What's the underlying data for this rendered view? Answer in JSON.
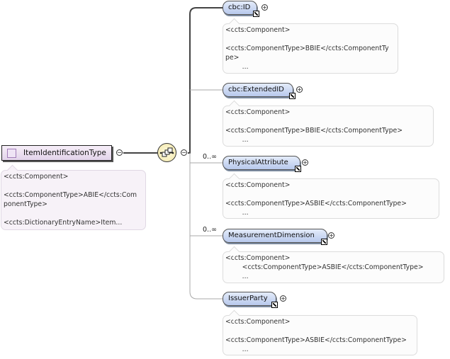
{
  "root": {
    "name": "ItemIdentificationType",
    "collapse_symbol": "−",
    "annotation": "<ccts:Component>\n\n<ccts:ComponentType>ABIE</ccts:Com\nponentType>\n\n<ccts:DictionaryEntryName>Item..."
  },
  "compositor": {
    "type": "sequence",
    "icon": "sequence-icon",
    "collapse_symbol": "−"
  },
  "children": [
    {
      "name": "cbc:ID",
      "cardinality": "",
      "expand_symbol": "+",
      "annotation": "<ccts:Component>\n\n<ccts:ComponentType>BBIE</ccts:ComponentTy\npe>\n        ..."
    },
    {
      "name": "cbc:ExtendedID",
      "cardinality": "",
      "expand_symbol": "+",
      "annotation": "<ccts:Component>\n\n<ccts:ComponentType>BBIE</ccts:ComponentType>\n        ..."
    },
    {
      "name": "PhysicalAttribute",
      "cardinality": "0..∞",
      "expand_symbol": "+",
      "annotation": "<ccts:Component>\n\n<ccts:ComponentType>ASBIE</ccts:ComponentType>\n        ..."
    },
    {
      "name": "MeasurementDimension",
      "cardinality": "0..∞",
      "expand_symbol": "+",
      "annotation": "<ccts:Component>\n        <ccts:ComponentType>ASBIE</ccts:ComponentType>\n        ..."
    },
    {
      "name": "IssuerParty",
      "cardinality": "",
      "expand_symbol": "+",
      "annotation": "<ccts:Component>\n\n<ccts:ComponentType>ASBIE</ccts:ComponentType>\n        ..."
    }
  ]
}
